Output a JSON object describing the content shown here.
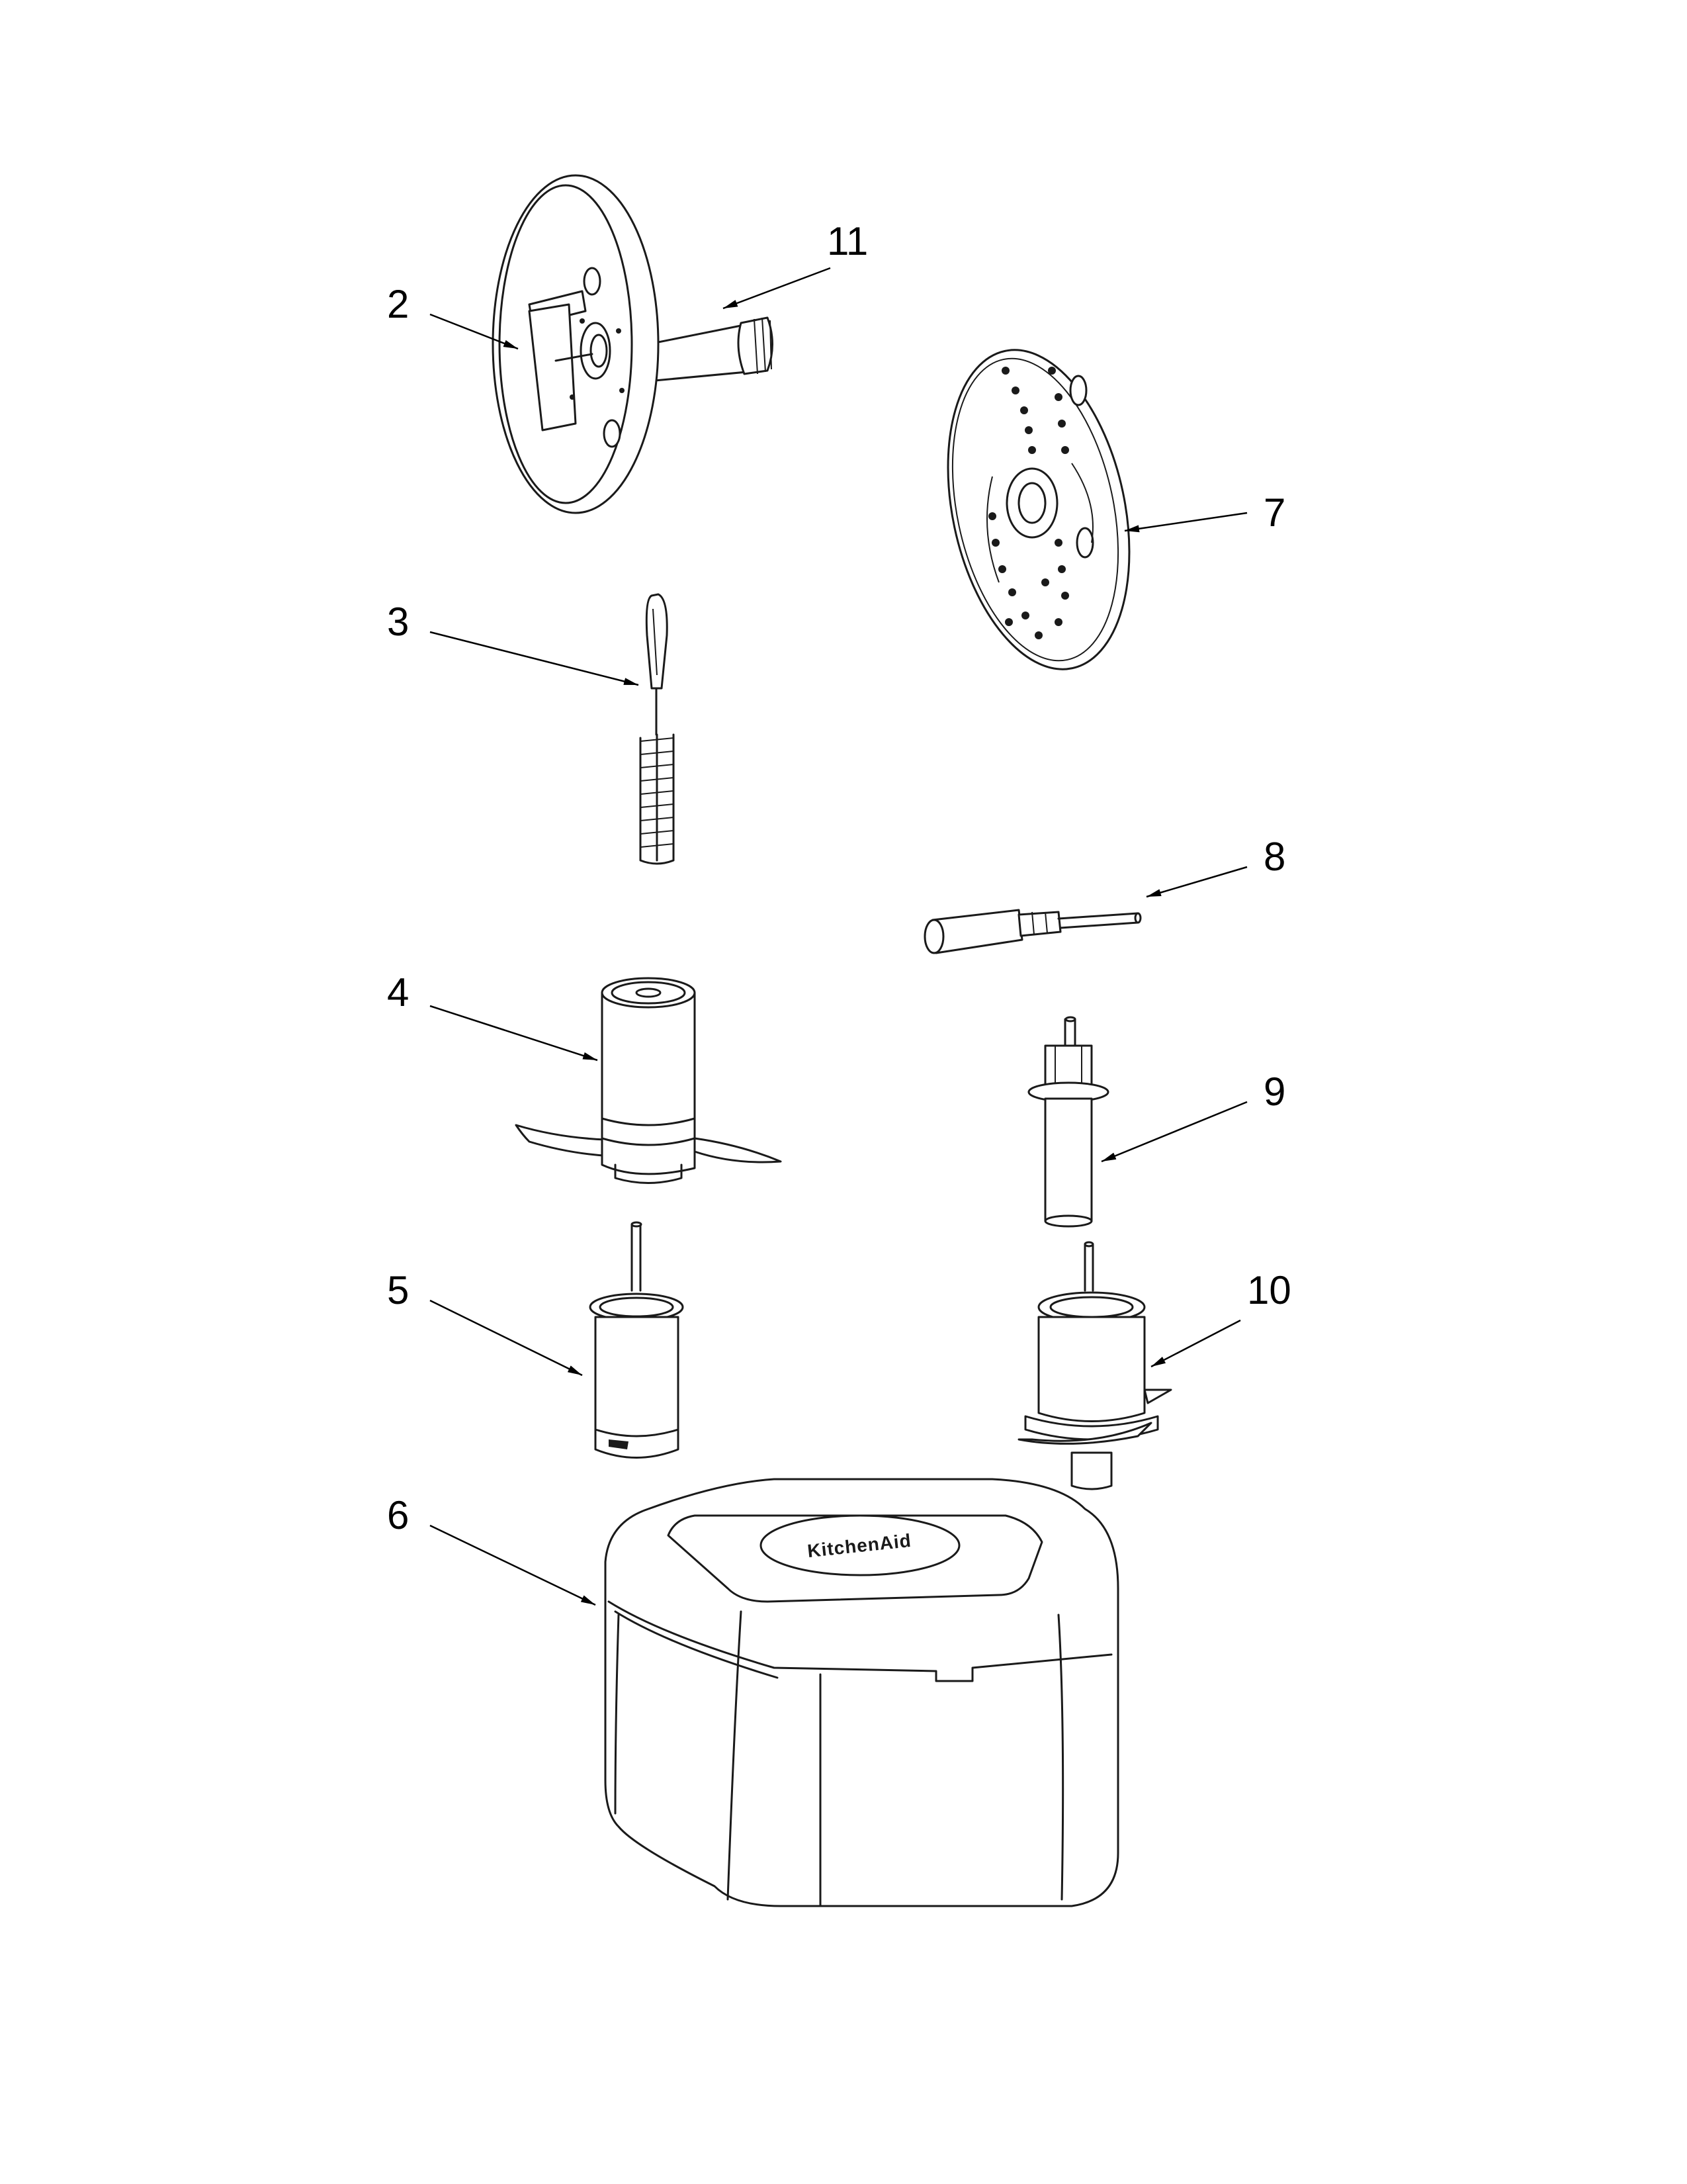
{
  "callouts": [
    {
      "id": "part-2",
      "label": "2"
    },
    {
      "id": "part-3",
      "label": "3"
    },
    {
      "id": "part-4",
      "label": "4"
    },
    {
      "id": "part-5",
      "label": "5"
    },
    {
      "id": "part-6",
      "label": "6"
    },
    {
      "id": "part-7",
      "label": "7"
    },
    {
      "id": "part-8",
      "label": "8"
    },
    {
      "id": "part-9",
      "label": "9"
    },
    {
      "id": "part-10",
      "label": "10"
    },
    {
      "id": "part-11",
      "label": "11"
    }
  ],
  "brand_logo_text": "KitchenAid"
}
